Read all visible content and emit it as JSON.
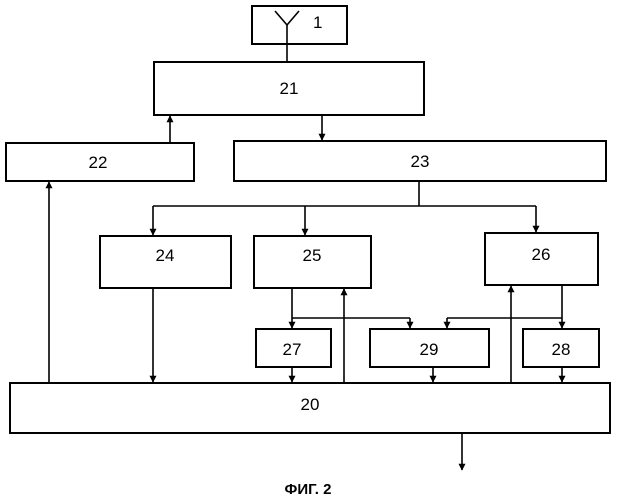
{
  "blocks": {
    "antenna": "1",
    "b21": "21",
    "b22": "22",
    "b23": "23",
    "b24": "24",
    "b25": "25",
    "b26": "26",
    "b27": "27",
    "b28": "28",
    "b29": "29",
    "b20": "20"
  },
  "caption": "ФИГ. 2"
}
